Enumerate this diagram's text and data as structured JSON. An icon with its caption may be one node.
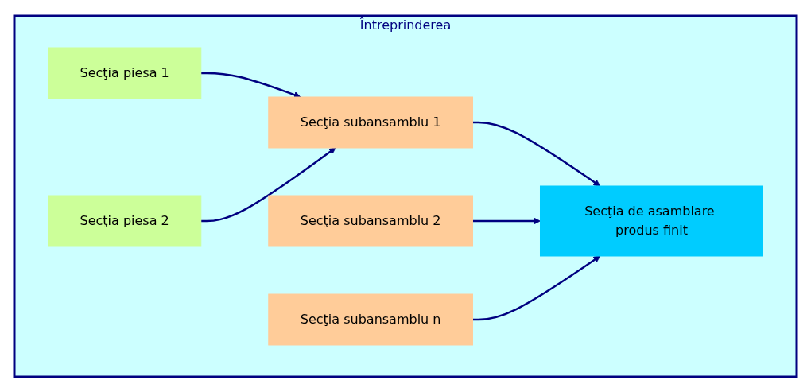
{
  "diagram": {
    "nodes": [
      {
        "text": [
          "Întreprinderea"
        ]
      },
      {
        "text": [
          "Secţia piesa 1"
        ],
        "in": 0
      },
      {
        "text": [
          "Secţia piesa 2"
        ],
        "in": 0
      },
      {
        "text": [
          "Secţia subansamblu 1"
        ],
        "in": 0
      },
      {
        "text": [
          "Secţia subansamblu 2"
        ],
        "in": 0
      },
      {
        "text": [
          "Secţia de asamblare produs finit"
        ],
        "in": 0
      },
      {
        "text": [
          "Secţia subansamblu n"
        ],
        "in": 0
      }
    ],
    "edges": [
      {
        "from": 1,
        "to": 3,
        "arrow": "to"
      },
      {
        "from": 2,
        "to": 3,
        "arrow": "to"
      },
      {
        "from": 3,
        "to": 5,
        "arrow": "to"
      },
      {
        "from": 4,
        "to": 5,
        "arrow": "to"
      },
      {
        "from": 6,
        "to": 5,
        "arrow": "to"
      }
    ]
  }
}
